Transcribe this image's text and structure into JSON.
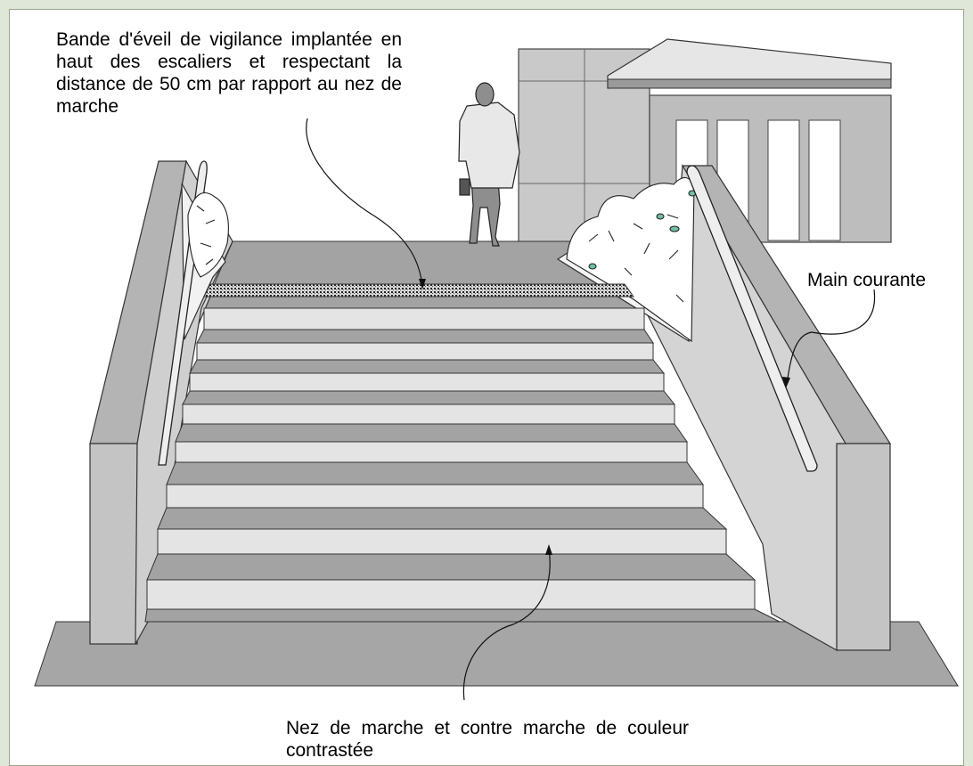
{
  "annotations": {
    "vigilance_band": "Bande d'éveil de vigilance implantée en haut des escaliers et respectant la distance de 50 cm par rapport au nez de marche",
    "handrail": "Main courante",
    "step_nosing": "Nez de marche et contre marche de couleur contrastée"
  },
  "colors": {
    "frame_border": "#9aa88f",
    "page_bg": "#dfe7d9",
    "ground": "#a6a6a6",
    "tread": "#a3a3a3",
    "riser": "#e2e2e2",
    "wall_face": "#d4d4d4",
    "wall_front": "#c4c4c4",
    "building": "#c8c8c8",
    "band": "#555555"
  }
}
